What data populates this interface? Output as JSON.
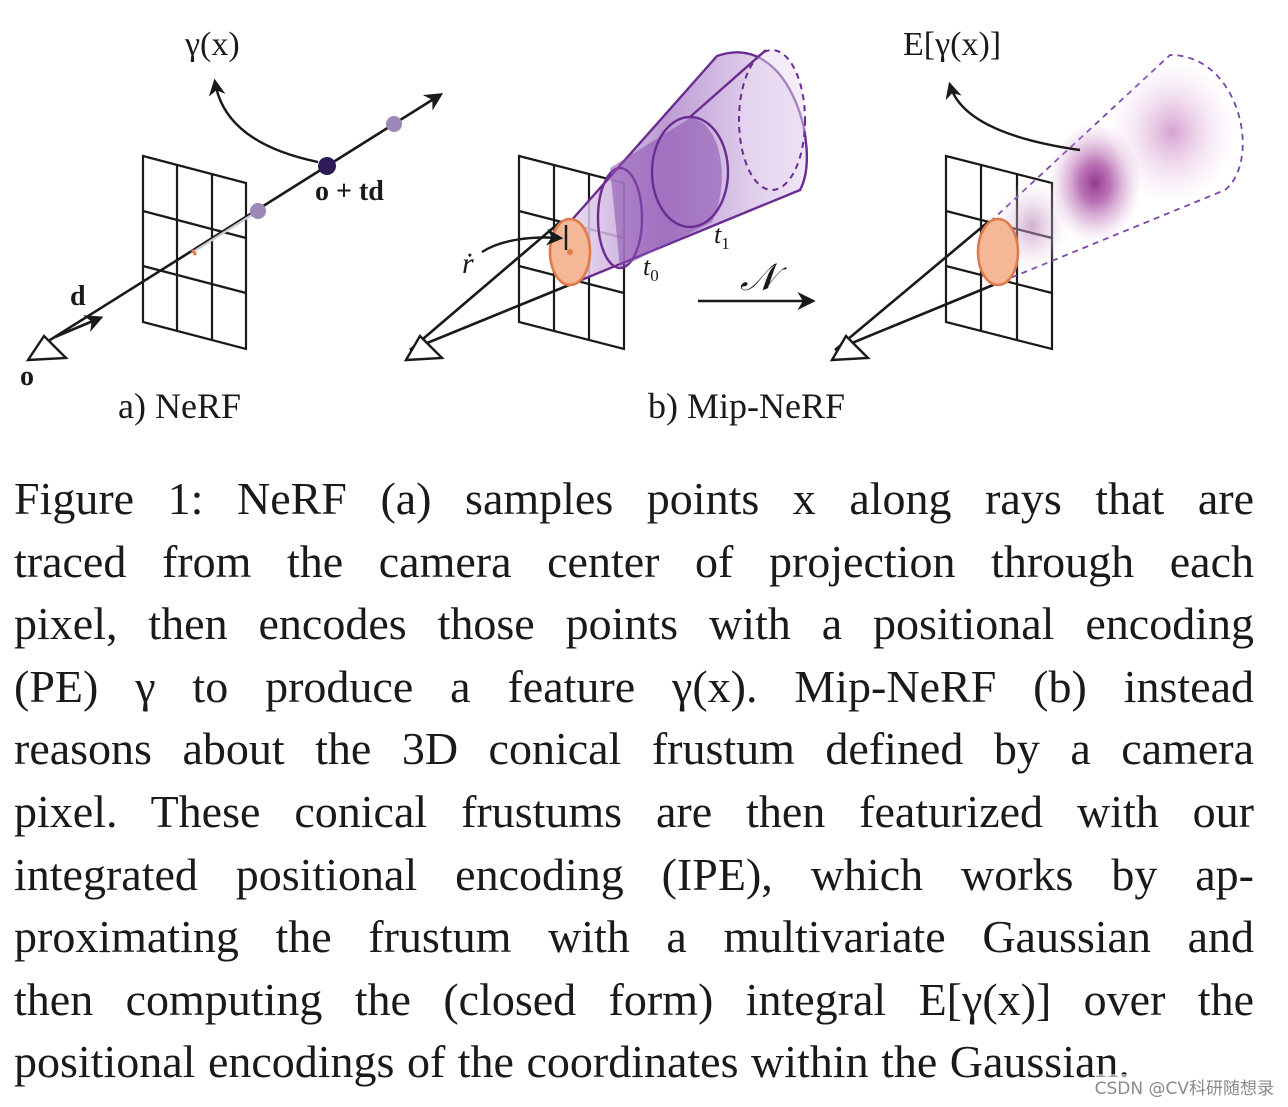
{
  "figure": {
    "panel_a": {
      "caption": "a) NeRF",
      "label_gamma_x": "γ(x)",
      "label_point": "o + td",
      "label_direction": "d",
      "label_origin": "o"
    },
    "panel_b": {
      "caption": "b) Mip-NeRF",
      "label_r_dot": "ṙ",
      "label_t0": "t",
      "label_t0_sub": "0",
      "label_t1": "t",
      "label_t1_sub": "1",
      "label_normal": "𝒩"
    },
    "panel_c": {
      "label_expectation": "E[γ(x)]"
    },
    "colors": {
      "ink": "#1a1a1a",
      "purple_dark": "#3b1f5e",
      "purple_light": "#9c89b8",
      "cone_stroke": "#6a2c91",
      "orange": "#e07a4a",
      "orange_fill": "#f4b897"
    }
  },
  "caption": {
    "lines": [
      "Figure 1: NeRF (a) samples points x along rays that are",
      "traced from the camera center of projection through each",
      "pixel, then encodes those points with a positional encoding",
      "(PE) γ to produce a feature γ(x). Mip-NeRF (b) instead",
      "reasons about the 3D conical frustum defined by a camera",
      "pixel. These conical frustums are then featurized with our",
      "integrated positional encoding (IPE), which works by ap-",
      "proximating the frustum with a multivariate Gaussian and",
      "then computing the (closed form) integral E[γ(x)] over the",
      "positional encodings of the coordinates within the Gaussian."
    ]
  },
  "watermark": "CSDN @CV科研随想录"
}
